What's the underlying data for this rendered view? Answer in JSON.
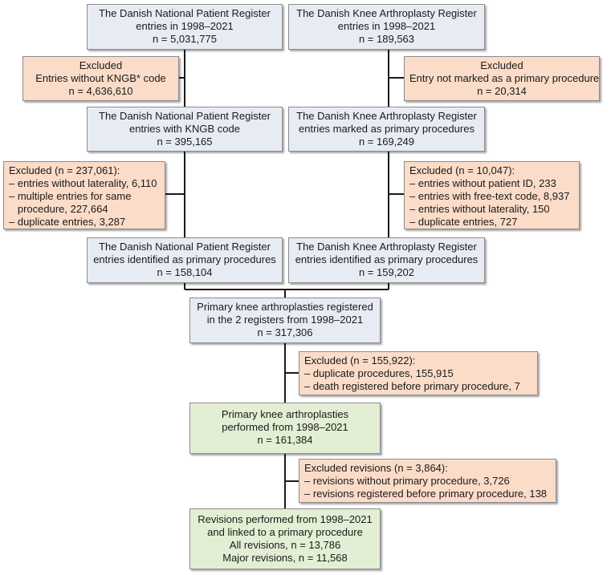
{
  "colors": {
    "register_box": "#e7ecf4",
    "excluded_box": "#fbdcc8",
    "result_box": "#e3efd4",
    "line": "#1a1a1a"
  },
  "npr_entries": [
    "The Danish National Patient Register",
    "entries in 1998–2021",
    "n = 5,031,775"
  ],
  "dkar_entries": [
    "The Danish Knee Arthroplasty Register",
    "entries in 1998–2021",
    "n = 189,563"
  ],
  "npr_excl1": [
    "Excluded",
    "Entries without KNGB* code",
    "n = 4,636,610"
  ],
  "dkar_excl1": [
    "Excluded",
    "Entry not marked as a primary procedure",
    "n = 20,314"
  ],
  "npr_kngb": [
    "The Danish National Patient Register",
    "entries with KNGB code",
    "n = 395,165"
  ],
  "dkar_primary": [
    "The Danish Knee Arthroplasty Register",
    "entries marked as primary procedures",
    "n = 169,249"
  ],
  "npr_excl2": [
    "Excluded (n = 237,061):",
    "– entries without laterality, 6,110",
    "– multiple entries for same",
    "   procedure, 227,664",
    "– duplicate entries, 3,287"
  ],
  "dkar_excl2": [
    "Excluded (n = 10,047):",
    "– entries without patient ID, 233",
    "– entries with free-text code, 8,937",
    "– entries without laterality, 150",
    "– duplicate entries, 727"
  ],
  "npr_identified": [
    "The Danish National Patient Register",
    "entries identified as primary procedures",
    "n = 158,104"
  ],
  "dkar_identified": [
    "The Danish Knee Arthroplasty Register",
    "entries identified as primary procedures",
    "n = 159,202"
  ],
  "combined": [
    "Primary knee arthroplasties registered",
    "in the 2 registers from 1998–2021",
    "n = 317,306"
  ],
  "combined_excl": [
    "Excluded (n = 155,922):",
    "– duplicate procedures, 155,915",
    "– death registered before primary procedure, 7"
  ],
  "performed": [
    "Primary knee arthroplasties",
    "performed from 1998–2021",
    "n = 161,384"
  ],
  "revisions_excl": [
    "Excluded revisions (n = 3,864):",
    "– revisions without primary procedure, 3,726",
    "– revisions registered before primary procedure, 138"
  ],
  "revisions": [
    "Revisions performed from 1998–2021",
    "and linked to a primary procedure",
    "All revisions, n = 13,786",
    "Major revisions, n = 11,568"
  ]
}
